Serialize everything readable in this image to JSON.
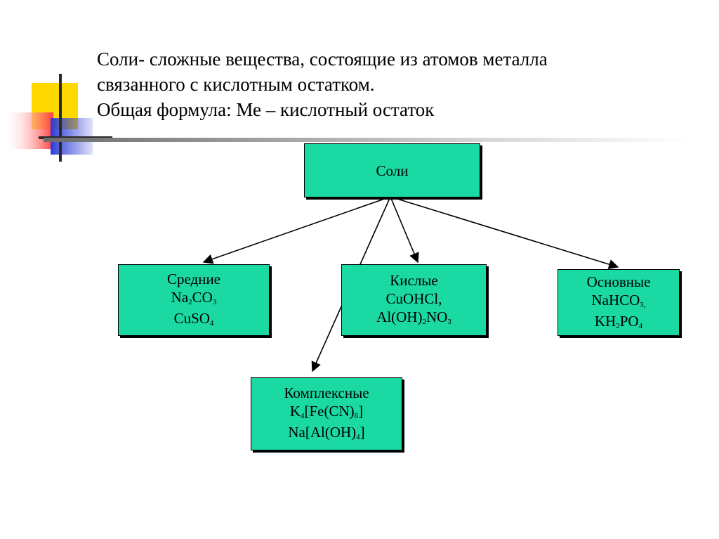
{
  "colors": {
    "box_fill": "#1ad9a3",
    "deco_yellow": "#ffd800",
    "deco_red": "#ff3a3a",
    "deco_blue": "#2f3fd6"
  },
  "title": {
    "line1": "Соли- сложные вещества, состоящие из атомов металла",
    "line2": "связанного с кислотным остатком.",
    "line3": "Общая формула: Ме – кислотный остаток"
  },
  "diagram": {
    "root": {
      "label": "Соли"
    },
    "srednie": {
      "label": "Средние",
      "f1_a": "Na",
      "f1_a_sub": "2",
      "f1_b": "CO",
      "f1_b_sub": "3",
      "f2_a": "CuSO",
      "f2_a_sub": "4"
    },
    "kislye": {
      "label": "Кислые",
      "f1": "CuOHCl,",
      "f2_a": "Al(OH)",
      "f2_a_sub": "2",
      "f2_b": "NO",
      "f2_b_sub": "3"
    },
    "osnovnye": {
      "label": "Основные",
      "f1_a": "NaHCO",
      "f1_a_sub": "3,",
      "f2_a": "KH",
      "f2_a_sub": "2",
      "f2_b": "PO",
      "f2_b_sub": "4"
    },
    "kompleks": {
      "label": "Комплексные",
      "f1_a": "K",
      "f1_a_sub": "4",
      "f1_b": "[Fe(CN)",
      "f1_b_sub": "6",
      "f1_c": "]",
      "f2_a": "Na[Al(OH)",
      "f2_a_sub": "4",
      "f2_b": "]"
    }
  }
}
